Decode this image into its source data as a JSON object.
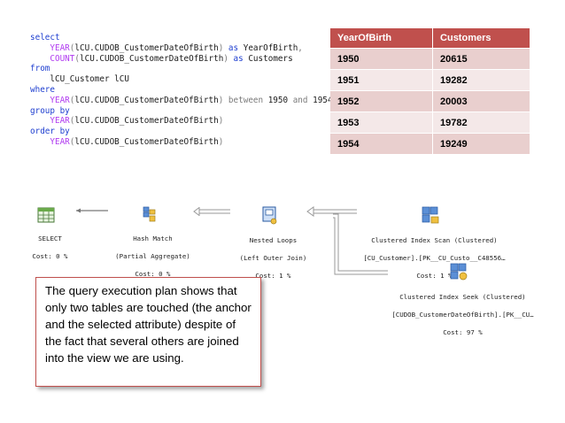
{
  "sql": {
    "lines": [
      [
        {
          "t": "select",
          "c": "kw"
        }
      ],
      [
        {
          "t": "    "
        },
        {
          "t": "YEAR",
          "c": "fn"
        },
        {
          "t": "(",
          "c": "op"
        },
        {
          "t": "lCU.CUDOB_CustomerDateOfBirth",
          "c": "id"
        },
        {
          "t": ")",
          "c": "op"
        },
        {
          "t": " as ",
          "c": "kw"
        },
        {
          "t": "YearOfBirth",
          "c": "id"
        },
        {
          "t": ",",
          "c": "op"
        }
      ],
      [
        {
          "t": "    "
        },
        {
          "t": "COUNT",
          "c": "fn"
        },
        {
          "t": "(",
          "c": "op"
        },
        {
          "t": "lCU.CUDOB_CustomerDateOfBirth",
          "c": "id"
        },
        {
          "t": ")",
          "c": "op"
        },
        {
          "t": " as ",
          "c": "kw"
        },
        {
          "t": "Customers",
          "c": "id"
        }
      ],
      [
        {
          "t": "from",
          "c": "kw"
        }
      ],
      [
        {
          "t": "    "
        },
        {
          "t": "lCU_Customer lCU",
          "c": "id"
        }
      ],
      [
        {
          "t": "where",
          "c": "kw"
        }
      ],
      [
        {
          "t": "    "
        },
        {
          "t": "YEAR",
          "c": "fn"
        },
        {
          "t": "(",
          "c": "op"
        },
        {
          "t": "lCU.CUDOB_CustomerDateOfBirth",
          "c": "id"
        },
        {
          "t": ")",
          "c": "op"
        },
        {
          "t": " between ",
          "c": "op"
        },
        {
          "t": "1950 ",
          "c": "id"
        },
        {
          "t": "and",
          "c": "op"
        },
        {
          "t": " 1954",
          "c": "id"
        }
      ],
      [
        {
          "t": "group by",
          "c": "kw"
        }
      ],
      [
        {
          "t": "    "
        },
        {
          "t": "YEAR",
          "c": "fn"
        },
        {
          "t": "(",
          "c": "op"
        },
        {
          "t": "lCU.CUDOB_CustomerDateOfBirth",
          "c": "id"
        },
        {
          "t": ")",
          "c": "op"
        }
      ],
      [
        {
          "t": "order by",
          "c": "kw"
        }
      ],
      [
        {
          "t": "    "
        },
        {
          "t": "YEAR",
          "c": "fn"
        },
        {
          "t": "(",
          "c": "op"
        },
        {
          "t": "lCU.CUDOB_CustomerDateOfBirth",
          "c": "id"
        },
        {
          "t": ")",
          "c": "op"
        }
      ]
    ]
  },
  "result_table": {
    "headers": [
      "YearOfBirth",
      "Customers"
    ],
    "rows": [
      [
        "1950",
        "20615"
      ],
      [
        "1951",
        "19282"
      ],
      [
        "1952",
        "20003"
      ],
      [
        "1953",
        "19782"
      ],
      [
        "1954",
        "19249"
      ]
    ],
    "header_color": "#c0504d"
  },
  "plan": {
    "select": {
      "line1": "SELECT",
      "line2": "Cost: 0 %"
    },
    "hash_match": {
      "line1": "Hash Match",
      "line2": "(Partial Aggregate)",
      "line3": "Cost: 0 %"
    },
    "nested_loops": {
      "line1": "Nested Loops",
      "line2": "(Left Outer Join)",
      "line3": "Cost: 1 %"
    },
    "index_scan": {
      "line1": "Clustered Index Scan (Clustered)",
      "line2": "[CU_Customer].[PK__CU_Custo__C48556…",
      "line3": "Cost: 1 %"
    },
    "index_seek": {
      "line1": "Clustered Index Seek (Clustered)",
      "line2": "[CUDOB_CustomerDateOfBirth].[PK__CU…",
      "line3": "Cost: 97 %"
    }
  },
  "note": {
    "text": "The query execution plan shows that only two tables are touched (the anchor and the selected attribute) despite of the fact that several others are joined into the view we are using.",
    "border_color": "#c0504d"
  }
}
